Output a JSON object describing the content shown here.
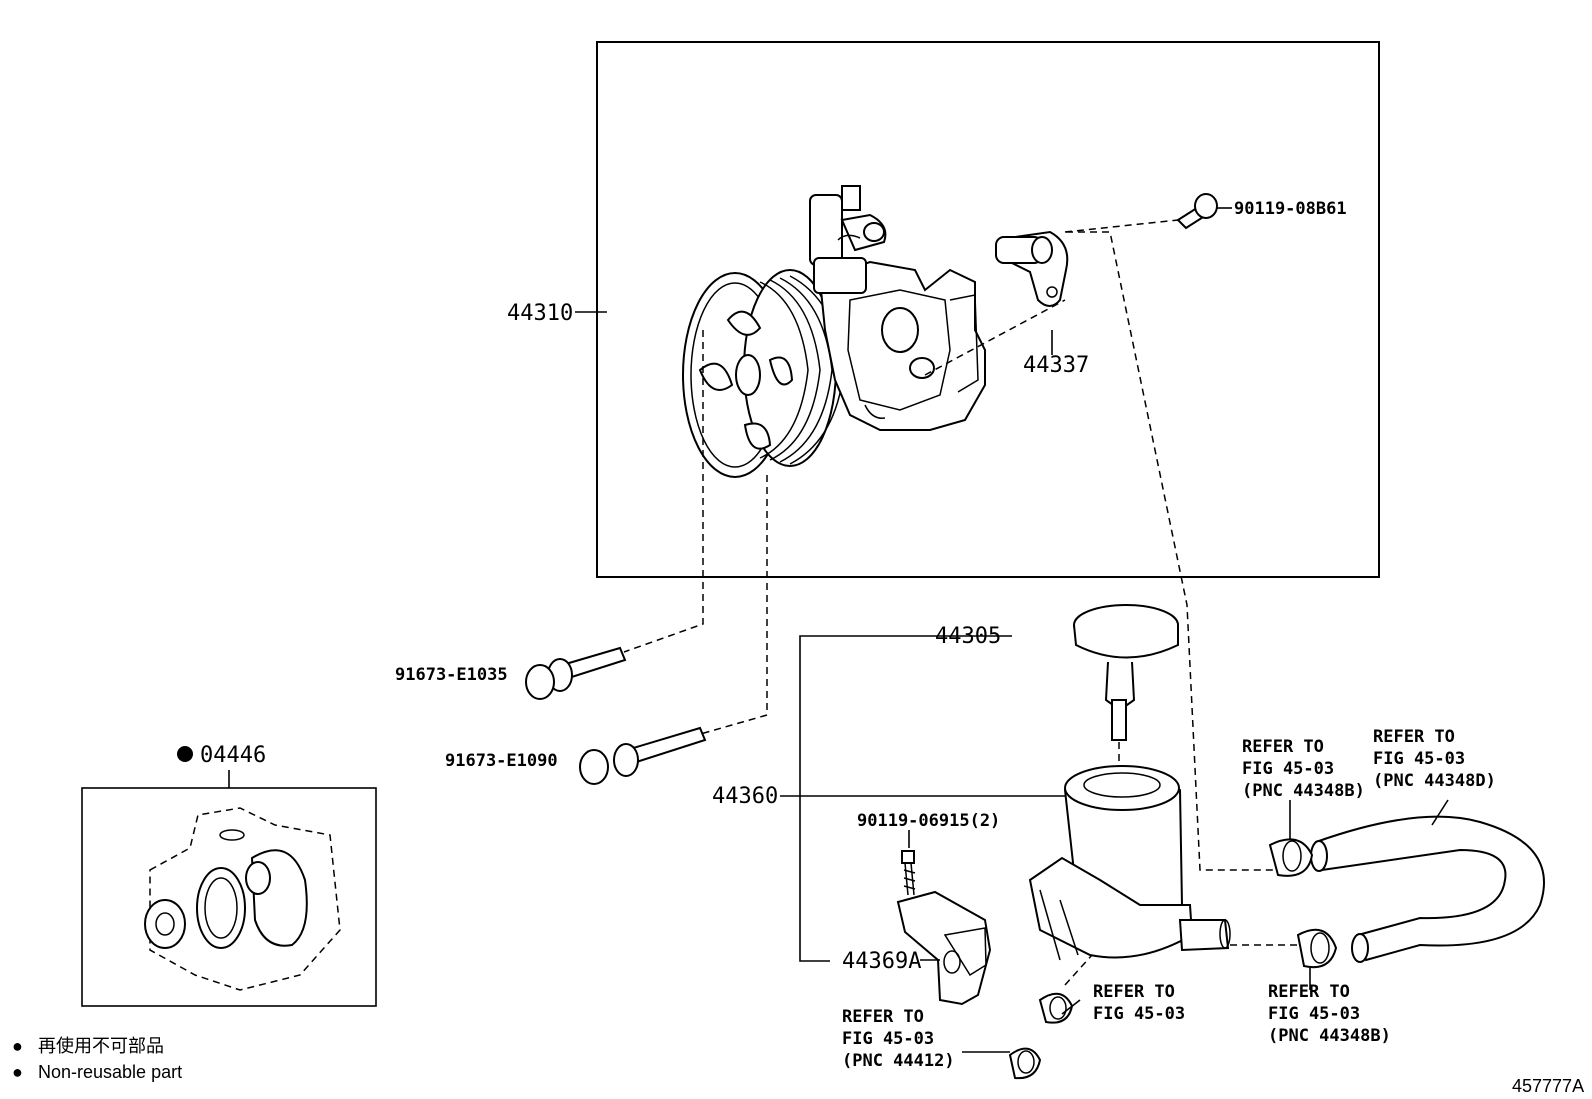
{
  "figure_id": "457777A",
  "legend": {
    "symbol": "●",
    "japanese": "再使用不可部品",
    "english": "Non-reusable part"
  },
  "parts": {
    "p44310": "44310",
    "p44337": "44337",
    "p90119_08B61": "90119-08B61",
    "p91673_E1035": "91673-E1035",
    "p91673_E1090": "91673-E1090",
    "p44305": "44305",
    "p44360": "44360",
    "p90119_06915": "90119-06915(2)",
    "p44369A": "44369A",
    "p04446": "04446"
  },
  "references": {
    "ref_44348B_top": [
      "REFER TO",
      "FIG 45-03",
      "(PNC 44348B)"
    ],
    "ref_44348D": [
      "REFER TO",
      "FIG 45-03",
      "(PNC 44348D)"
    ],
    "ref_fig_only": [
      "REFER TO",
      "FIG 45-03"
    ],
    "ref_44412": [
      "REFER TO",
      "FIG 45-03",
      "(PNC 44412)"
    ],
    "ref_44348B_bottom": [
      "REFER TO",
      "FIG 45-03",
      "(PNC 44348B)"
    ]
  }
}
